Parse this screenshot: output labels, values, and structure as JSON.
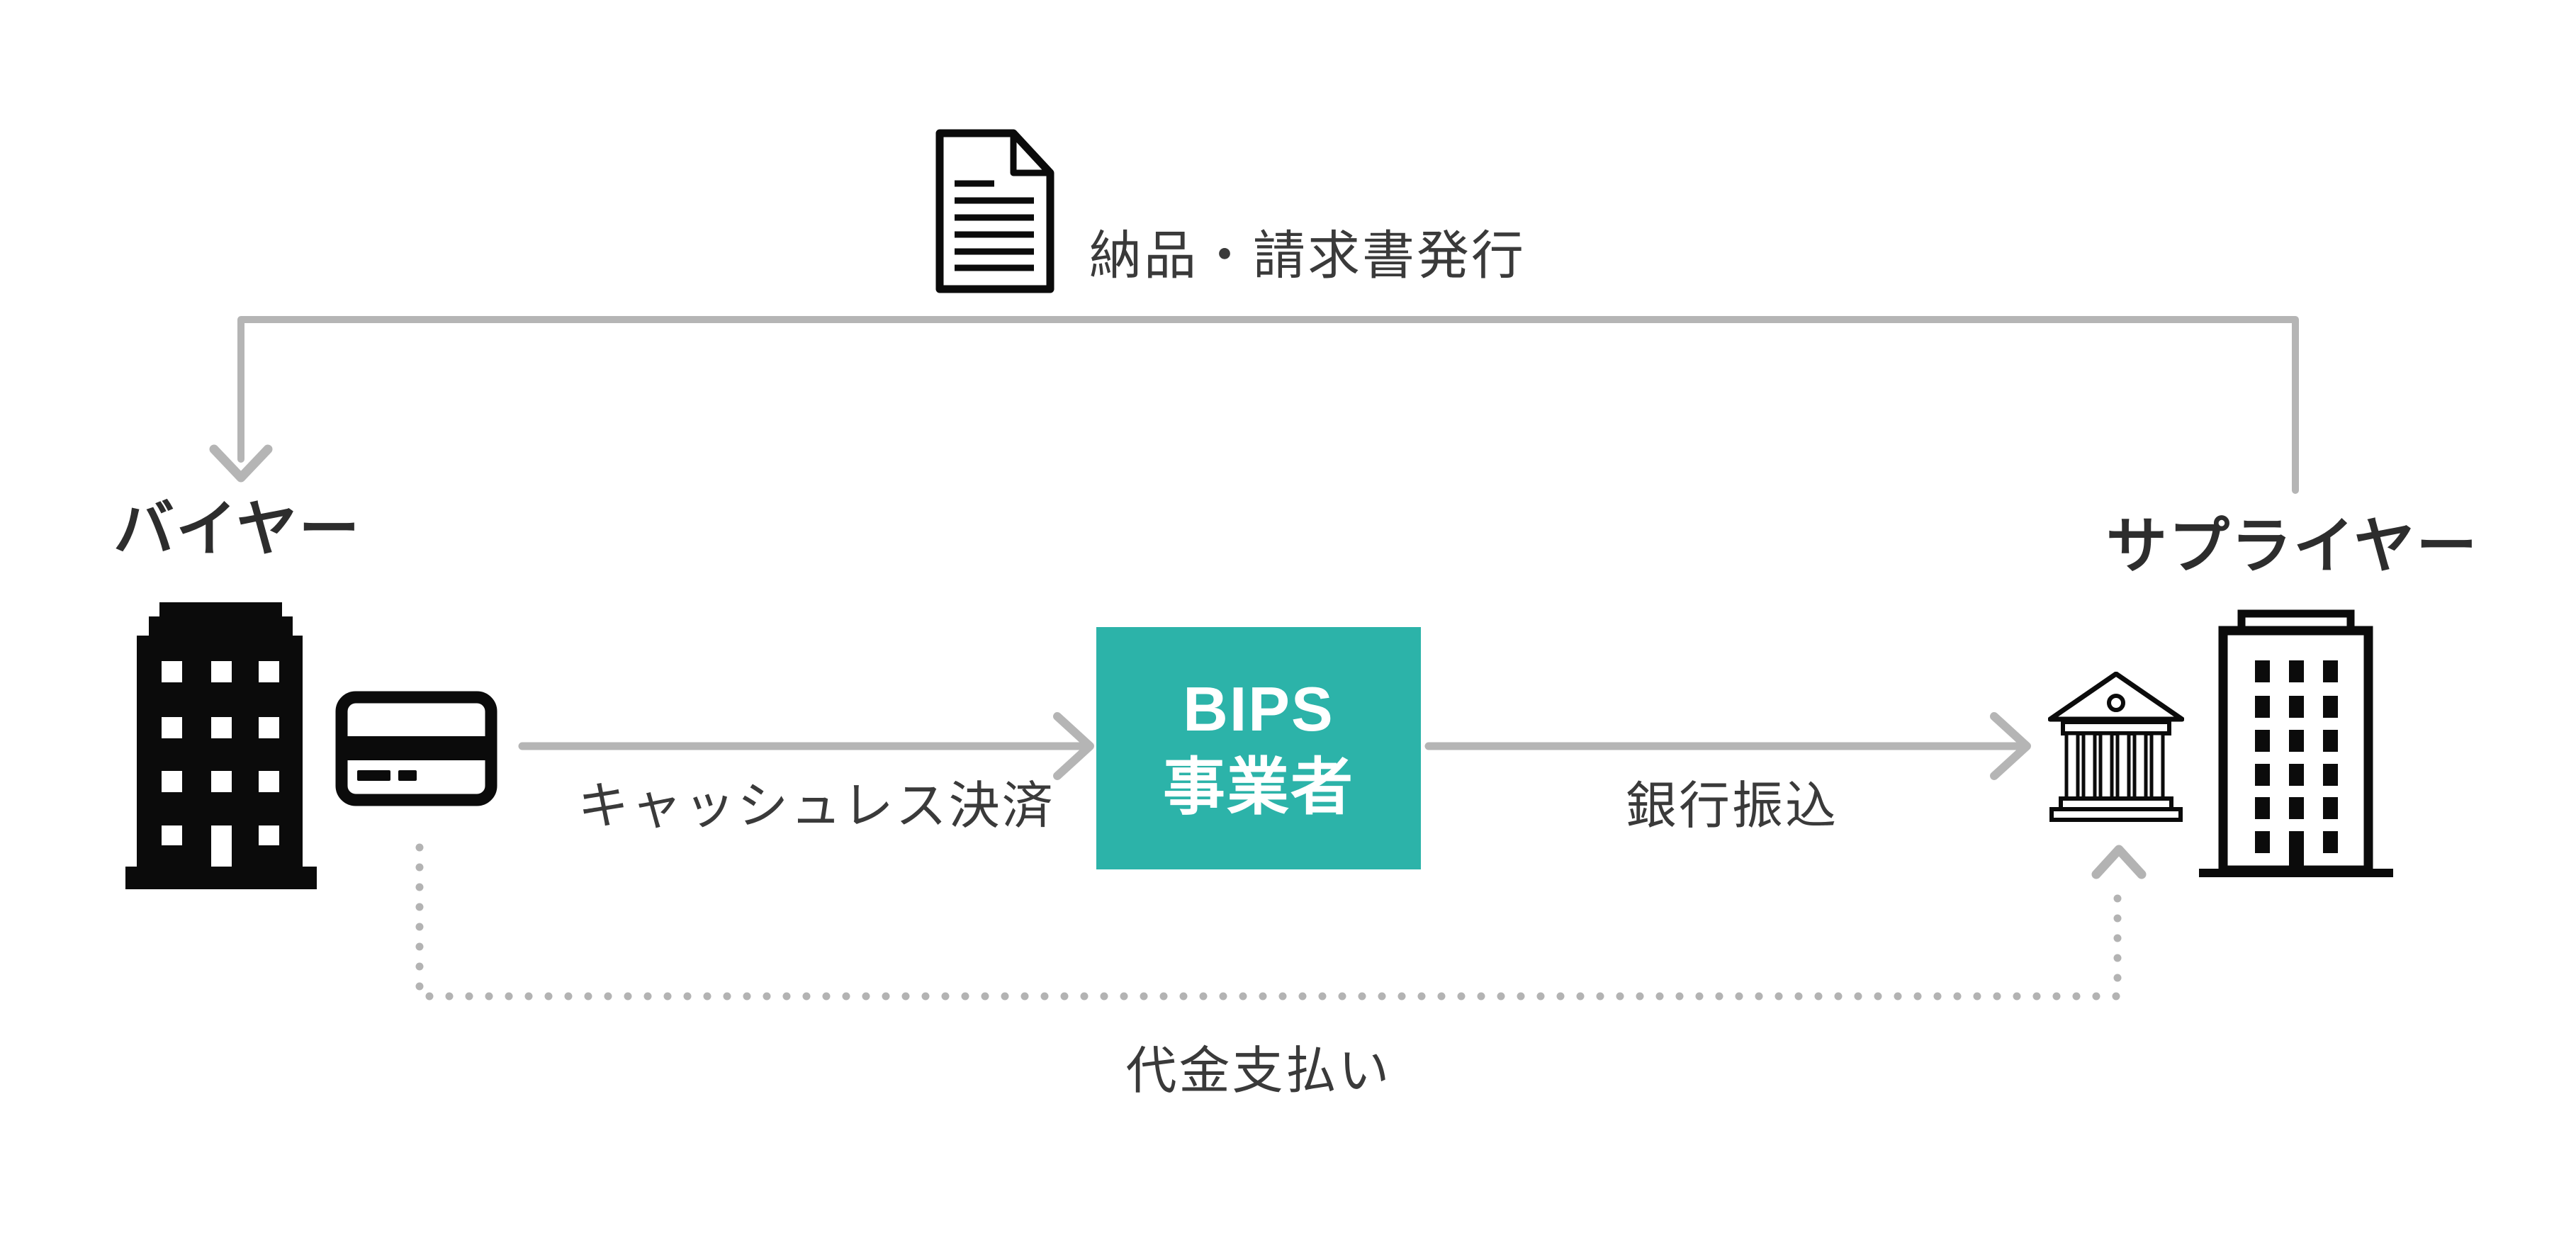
{
  "colors": {
    "background": "#ffffff",
    "arrow_gray": "#b5b5b5",
    "dotted_gray": "#b3b3b3",
    "icon_black": "#0b0b0b",
    "label_dark": "#2d2d2d",
    "text_gray": "#3a3a3a",
    "bips_teal": "#2cb3a9",
    "bips_text": "#ffffff"
  },
  "nodes": {
    "buyer": {
      "label": "バイヤー"
    },
    "bips": {
      "line1": "BIPS",
      "line2": "事業者"
    },
    "supplier": {
      "label": "サプライヤー"
    }
  },
  "flows": {
    "invoice": {
      "label": "納品・請求書発行"
    },
    "cashless": {
      "label": "キャッシュレス決済"
    },
    "bank_transfer": {
      "label": "銀行振込"
    },
    "payment": {
      "label": "代金支払い"
    }
  },
  "icons": {
    "document": "document-icon",
    "buyer_building": "office-building-icon",
    "credit_card": "credit-card-icon",
    "bank": "bank-icon",
    "supplier_building": "office-building-outline-icon"
  }
}
